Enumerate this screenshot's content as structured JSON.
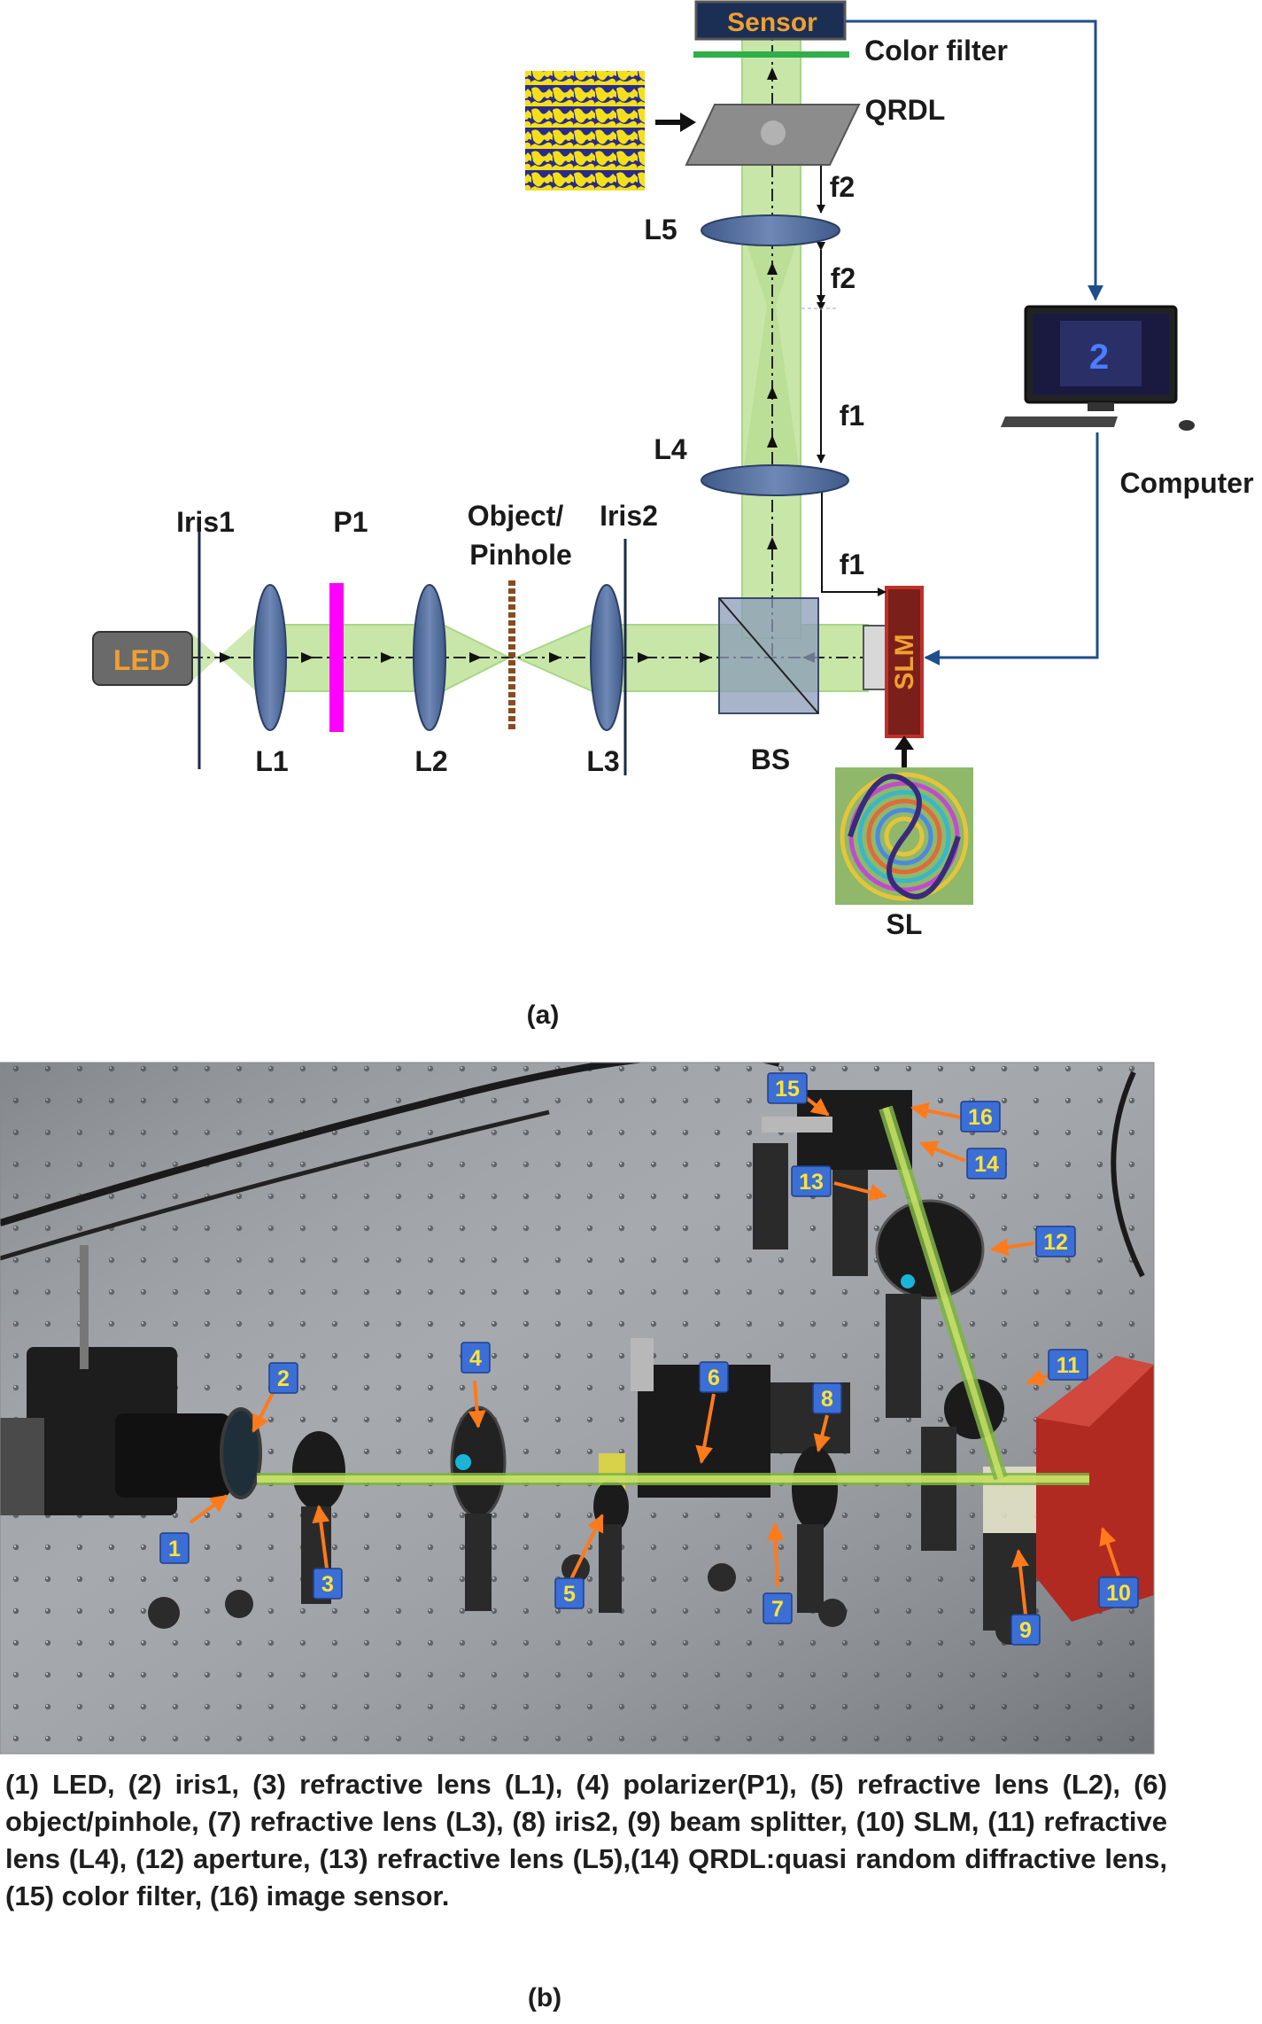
{
  "schematic": {
    "components": {
      "sensor": "Sensor",
      "color_filter": "Color filter",
      "qrdl": "QRDL",
      "l5": "L5",
      "l4": "L4",
      "f2_upper": "f2",
      "f2_lower": "f2",
      "f1_upper": "f1",
      "f1_lower": "f1",
      "computer": "Computer",
      "iris1": "Iris1",
      "p1": "P1",
      "object_line1": "Object/",
      "object_line2": "Pinhole",
      "iris2": "Iris2",
      "led": "LED",
      "l1": "L1",
      "l2": "L2",
      "l3": "L3",
      "bs": "BS",
      "slm": "SLM",
      "sl": "SL",
      "monitor_digit": "2"
    },
    "panel_label": "(a)"
  },
  "photo": {
    "markers": [
      "1",
      "2",
      "3",
      "4",
      "5",
      "6",
      "7",
      "8",
      "9",
      "10",
      "11",
      "12",
      "13",
      "14",
      "15",
      "16"
    ],
    "caption": "(1) LED, (2) iris1, (3) refractive lens (L1), (4) polarizer(P1), (5) refractive lens (L2), (6) object/pinhole, (7) refractive lens (L3), (8) iris2, (9) beam splitter, (10) SLM, (11) refractive lens (L4), (12) aperture, (13) refractive lens (L5),(14) QRDL:quasi random diffractive lens, (15) color filter, (16) image sensor.",
    "panel_label": "(b)"
  },
  "colors": {
    "beam_green": "#c8e6a8",
    "polarizer_magenta": "#ff00ff",
    "led_orange": "#f0a030",
    "connector_blue": "#1f4e8c",
    "marker_blue": "#3b6fd6",
    "marker_text": "#ffe23a",
    "arrow_orange": "#ff7a1a",
    "slm_red": "#c0302a"
  },
  "icons": [
    "right-arrow-icon",
    "up-arrow-icon",
    "computer-icon"
  ]
}
